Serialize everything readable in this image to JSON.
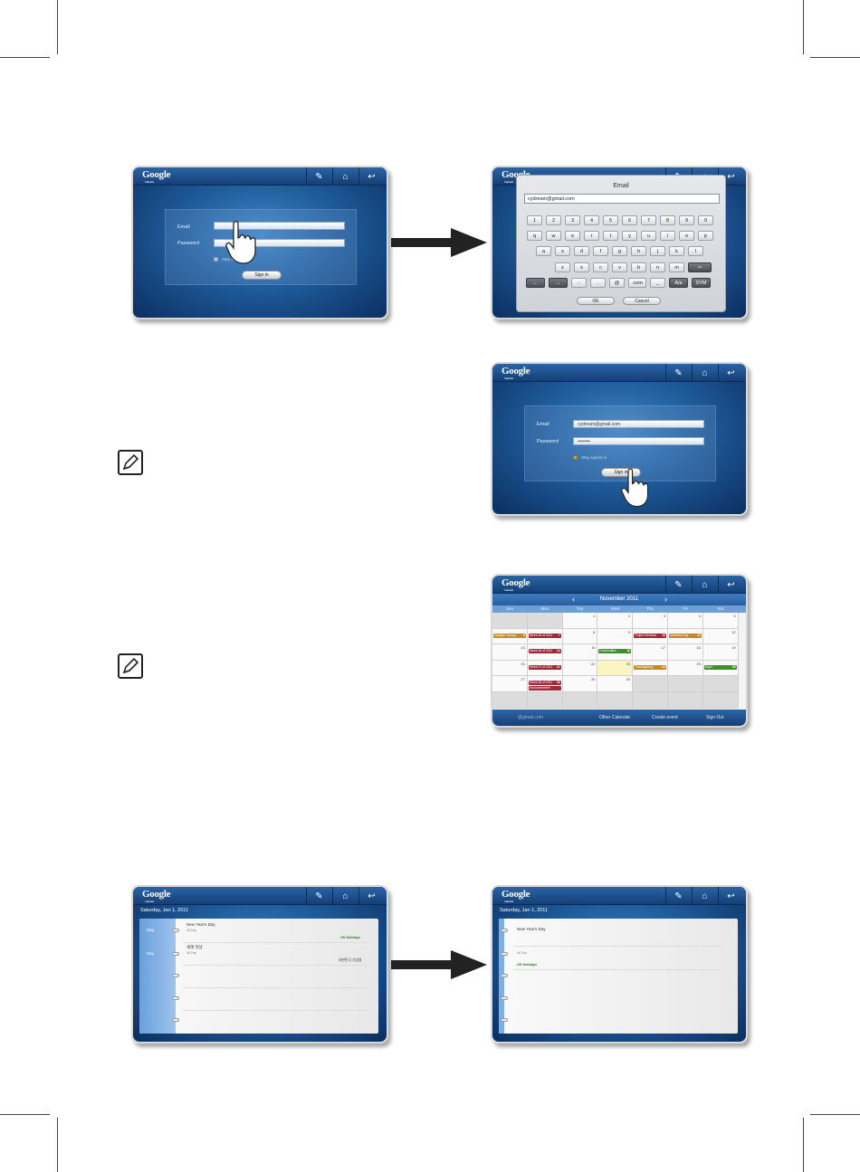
{
  "colors": {
    "title_bar": "#1f4f8c",
    "accent": "#3a7bc8"
  },
  "toolbar": {
    "icons": [
      "bookmark-icon",
      "home-icon",
      "back-icon"
    ]
  },
  "logo": {
    "text": "Google",
    "sub": "Calendar"
  },
  "login": {
    "email_label": "Email",
    "password_label": "Password",
    "stay_signed_in": "Stay signed in",
    "sign_in": "Sign in"
  },
  "keyboard": {
    "title": "Email",
    "input_value": "cydream@gmail.com",
    "rows": [
      [
        "1",
        "2",
        "3",
        "4",
        "5",
        "6",
        "7",
        "8",
        "9",
        "0"
      ],
      [
        "q",
        "w",
        "e",
        "r",
        "t",
        "y",
        "u",
        "i",
        "o",
        "p"
      ],
      [
        "a",
        "s",
        "d",
        "f",
        "g",
        "h",
        "j",
        "k",
        "l"
      ],
      [
        "z",
        "x",
        "c",
        "v",
        "b",
        "n",
        "m",
        "⇦"
      ],
      [
        "←",
        "→",
        "-",
        ".",
        "@",
        ".com",
        "_",
        "A/a",
        "SYM"
      ]
    ],
    "ok": "OK",
    "cancel": "Cancel"
  },
  "login_filled": {
    "email_value": "cydream@gmail.com",
    "password_value": "••••••••"
  },
  "calendar": {
    "month": "November 2011",
    "weekdays": [
      "Sun",
      "Mon",
      "Tue",
      "Wed",
      "Thu",
      "Fri",
      "Sat"
    ],
    "weeks": [
      [
        "",
        "",
        "1",
        "2",
        "3",
        "4",
        "5"
      ],
      [
        "",
        "",
        "8",
        "9",
        "",
        "",
        "12"
      ],
      [
        "13",
        "",
        "15",
        "",
        "17",
        "18",
        "19"
      ],
      [
        "20",
        "",
        "22",
        "23",
        "",
        "25",
        ""
      ],
      [
        "27",
        "",
        "29",
        "30",
        "",
        "",
        ""
      ],
      [
        "",
        "",
        "",
        "",
        "",
        "",
        ""
      ]
    ],
    "events": [
      {
        "text": "Daylight Saving",
        "num": "6",
        "color": "#c48a2a",
        "row": 1,
        "col": 0
      },
      {
        "text": "Week 46 of 2011",
        "num": "7",
        "color": "#a02a3a",
        "row": 1,
        "col": 1
      },
      {
        "text": "Project Seminar",
        "num": "10",
        "color": "#a02a3a",
        "row": 1,
        "col": 4
      },
      {
        "text": "Veterans Day",
        "num": "11",
        "color": "#c48a2a",
        "row": 1,
        "col": 5
      },
      {
        "text": "Week 46 of 2011",
        "num": "14",
        "color": "#a02a3a",
        "row": 2,
        "col": 1
      },
      {
        "text": "Examination",
        "num": "16",
        "color": "#3f8f2f",
        "row": 2,
        "col": 3
      },
      {
        "text": "Week 47 of 2011",
        "num": "21",
        "color": "#a02a3a",
        "row": 3,
        "col": 1
      },
      {
        "text": "Thanksgiving",
        "num": "24",
        "color": "#c48a2a",
        "row": 3,
        "col": 4
      },
      {
        "text": "Night",
        "num": "26",
        "color": "#3f8f2f",
        "row": 3,
        "col": 6
      },
      {
        "text": "Week 48 of 2011",
        "num": "28",
        "color": "#a02a3a",
        "row": 4,
        "col": 1
      },
      {
        "text": "Announcement",
        "num": "",
        "color": "#a02a3a",
        "row": 4,
        "col": 1,
        "second": true
      }
    ],
    "footer": {
      "account": "@gmail.com",
      "other": "Other Calendar",
      "create": "Create event",
      "signout": "Sign Out"
    }
  },
  "day_view": {
    "date": "Saturday, Jan 1, 2011",
    "day_label": "Day",
    "items": [
      {
        "title": "New Year's Day",
        "sub": "All Day",
        "cal": "US Holidays"
      },
      {
        "title": "새해 첫날",
        "sub": "All Day",
        "cal": "대한민국 기념일"
      }
    ]
  },
  "detail_view": {
    "date": "Saturday, Jan 1, 2011",
    "title": "New Year's Day",
    "sub": "All Day",
    "cal": "US Holidays"
  }
}
